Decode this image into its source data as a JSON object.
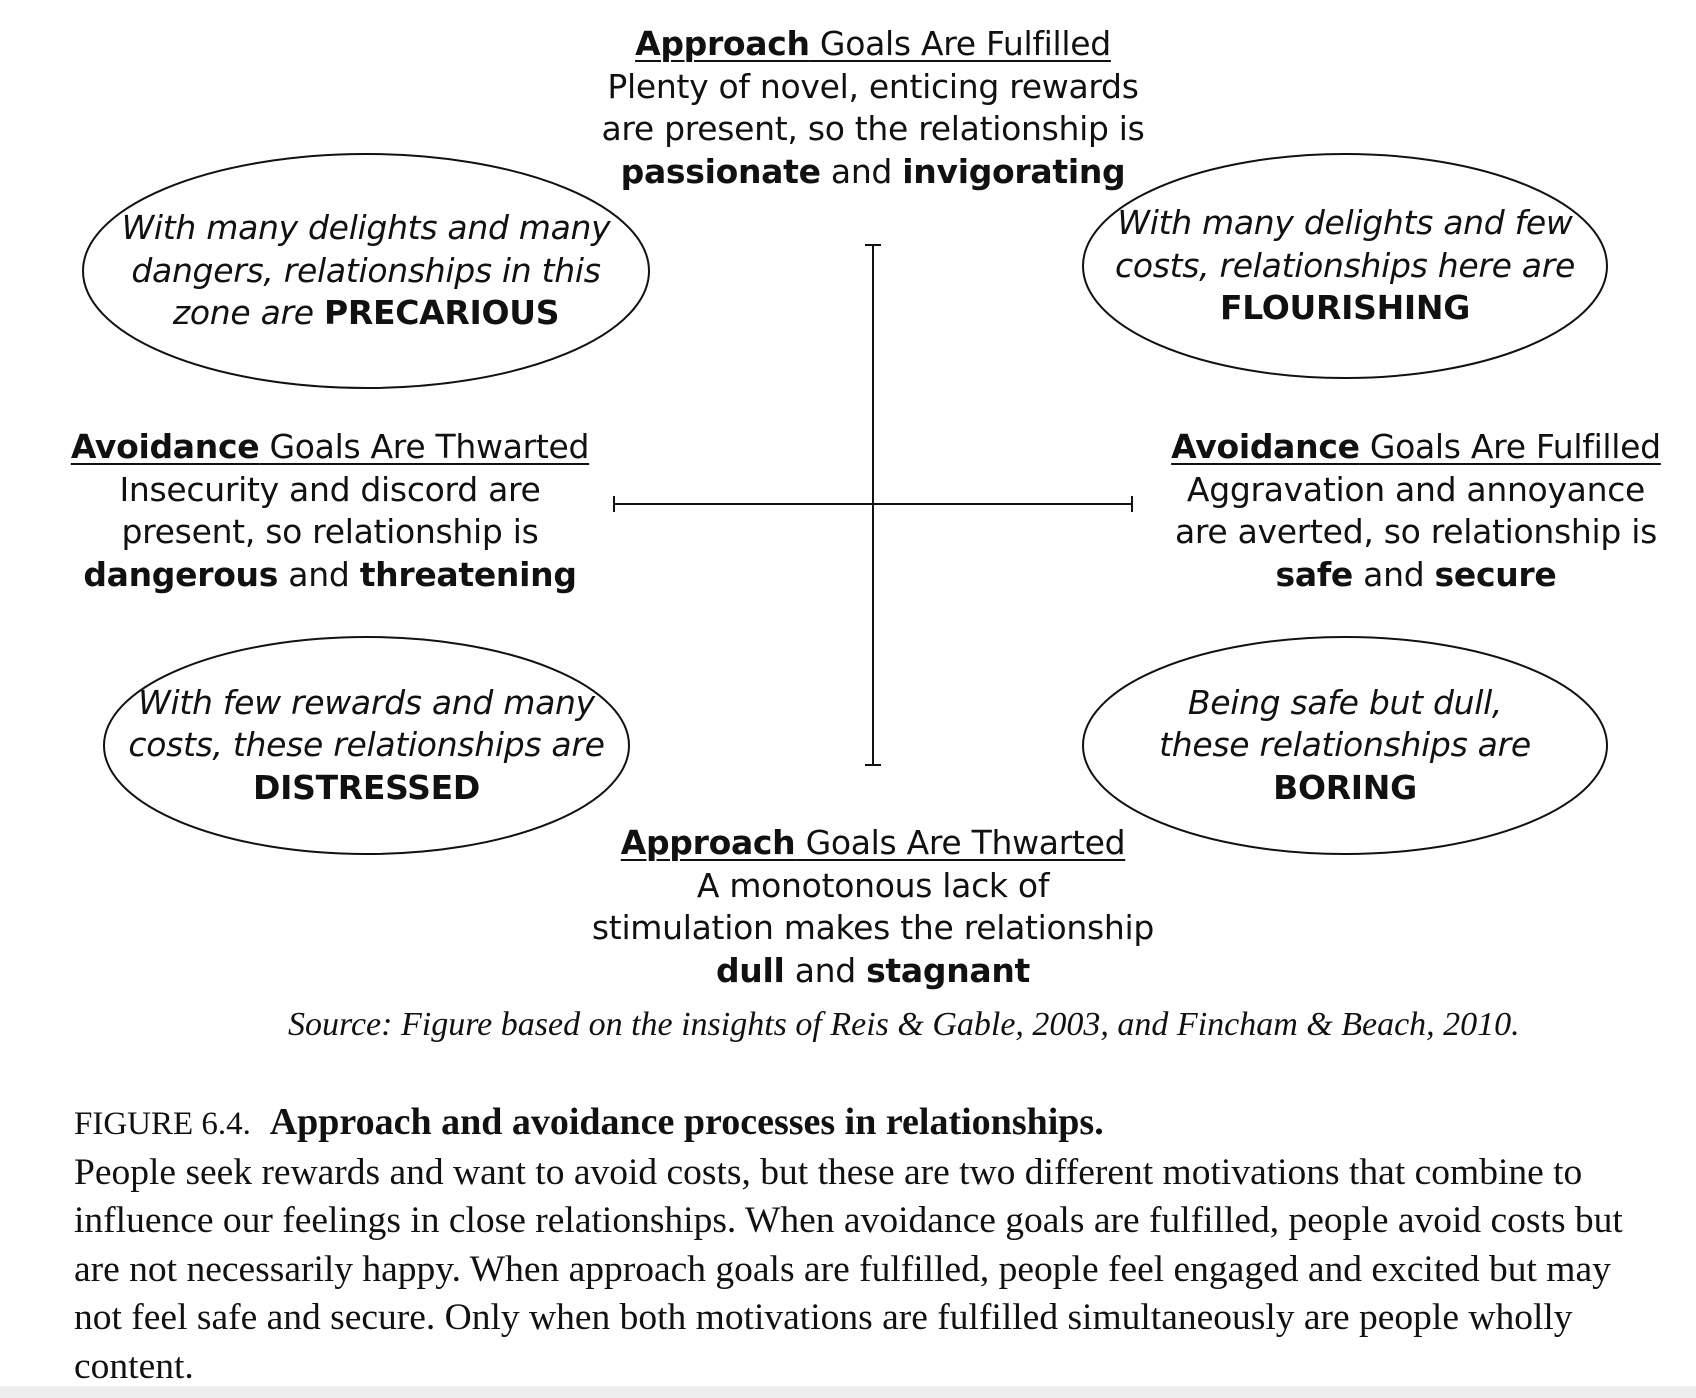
{
  "poles": {
    "top": {
      "head_bold": "Approach",
      "head_rest": " Goals Are Fulfilled",
      "line1": "Plenty of novel, enticing rewards",
      "line2": "are present, so the relationship is",
      "kw1": "passionate",
      "join": " and ",
      "kw2": "invigorating"
    },
    "bottom": {
      "head_bold": "Approach",
      "head_rest": " Goals Are Thwarted",
      "line1": "A monotonous lack of",
      "line2": "stimulation makes the relationship",
      "kw1": "dull",
      "join": " and ",
      "kw2": "stagnant"
    },
    "left": {
      "head_bold": "Avoidance",
      "head_rest": " Goals Are Thwarted",
      "line1": "Insecurity and discord are",
      "line2": "present, so relationship is",
      "kw1": "dangerous",
      "join": " and ",
      "kw2": "threatening"
    },
    "right": {
      "head_bold": "Avoidance",
      "head_rest": " Goals Are Fulfilled",
      "line1": "Aggravation and annoyance",
      "line2": "are averted, so relationship is",
      "kw1": "safe",
      "join": " and ",
      "kw2": "secure"
    }
  },
  "quadrants": {
    "top_left": {
      "line1": "With many delights and many",
      "line2": "dangers, relationships in this",
      "line3": "zone are ",
      "label": "PRECARIOUS"
    },
    "top_right": {
      "line1": "With many delights and few",
      "line2": "costs, relationships here are",
      "line3": "",
      "label": "FLOURISHING"
    },
    "bottom_left": {
      "line1": "With few rewards and many",
      "line2": "costs, these relationships are",
      "line3": "",
      "label": "DISTRESSED"
    },
    "bottom_right": {
      "line1": "Being safe but dull,",
      "line2": "these relationships are",
      "line3": "",
      "label": "BORING"
    }
  },
  "source": "Source: Figure based on the insights of Reis & Gable, 2003, and Fincham & Beach, 2010.",
  "caption": {
    "number": "FIGURE 6.4.",
    "title": "Approach and avoidance processes in relationships.",
    "body": "People seek rewards and want to avoid costs, but these are two different motivations that combine to influence our feelings in close relationships. When avoidance goals are fulfilled, people avoid costs but are not necessarily happy. When approach goals are fulfilled, people feel engaged and excited but may not feel safe and secure. Only when both motivations are fulfilled simultaneously are people wholly content."
  }
}
